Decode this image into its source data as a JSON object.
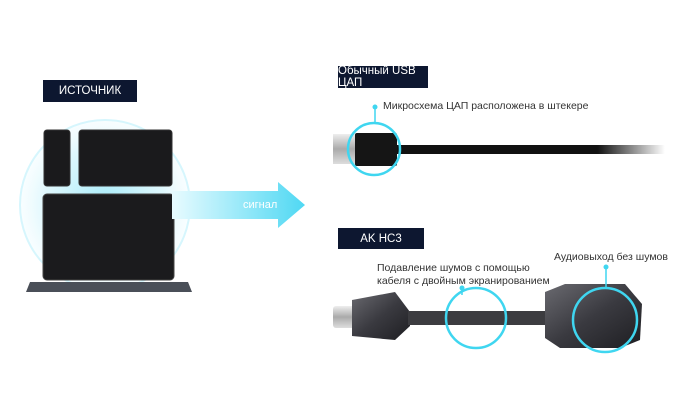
{
  "source": {
    "label": "ИСТОЧНИК",
    "arrow_label": "сигнал"
  },
  "usb_dac": {
    "label": "Обычный USB ЦАП",
    "callout": "Микросхема ЦАП расположена в штекере"
  },
  "hc3": {
    "label": "AK HC3",
    "callout_cable_line1": "Подавление шумов с помощью",
    "callout_cable_line2": "кабеля с двойным экранированием",
    "callout_output": "Аудиовыход без шумов"
  },
  "colors": {
    "accent": "#3fd6f0",
    "label_bg": "#0d1730"
  }
}
